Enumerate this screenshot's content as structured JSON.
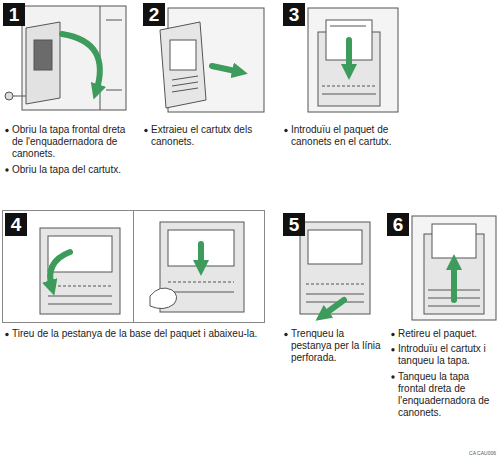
{
  "diagram": {
    "nodes": [
      {
        "text": [
          "1"
        ]
      },
      {
        "text": [
          "2"
        ]
      },
      {
        "text": [
          "3"
        ]
      },
      {
        "text": [
          "4"
        ]
      },
      {
        "text": [
          "5"
        ]
      },
      {
        "text": [
          "6"
        ]
      }
    ],
    "labels": [
      "Obriu la tapa frontal dreta de l'enquadernadora de canonets.",
      "Obriu la tapa del cartutx.",
      "Extraieu el cartutx dels canonets.",
      "Introduïu el paquet de canonets en el cartutx.",
      "Tireu de la pestanya de la base del paquet i abaixeu-la.",
      "Trenqueu la pestanya per la línia perforada.",
      "Retireu el paquet.",
      "Introduïu el cartutx i tanqueu la tapa.",
      "Tanqueu la tapa frontal dreta de l'enquadernadora de canonets.",
      "CA CAU006"
    ]
  }
}
